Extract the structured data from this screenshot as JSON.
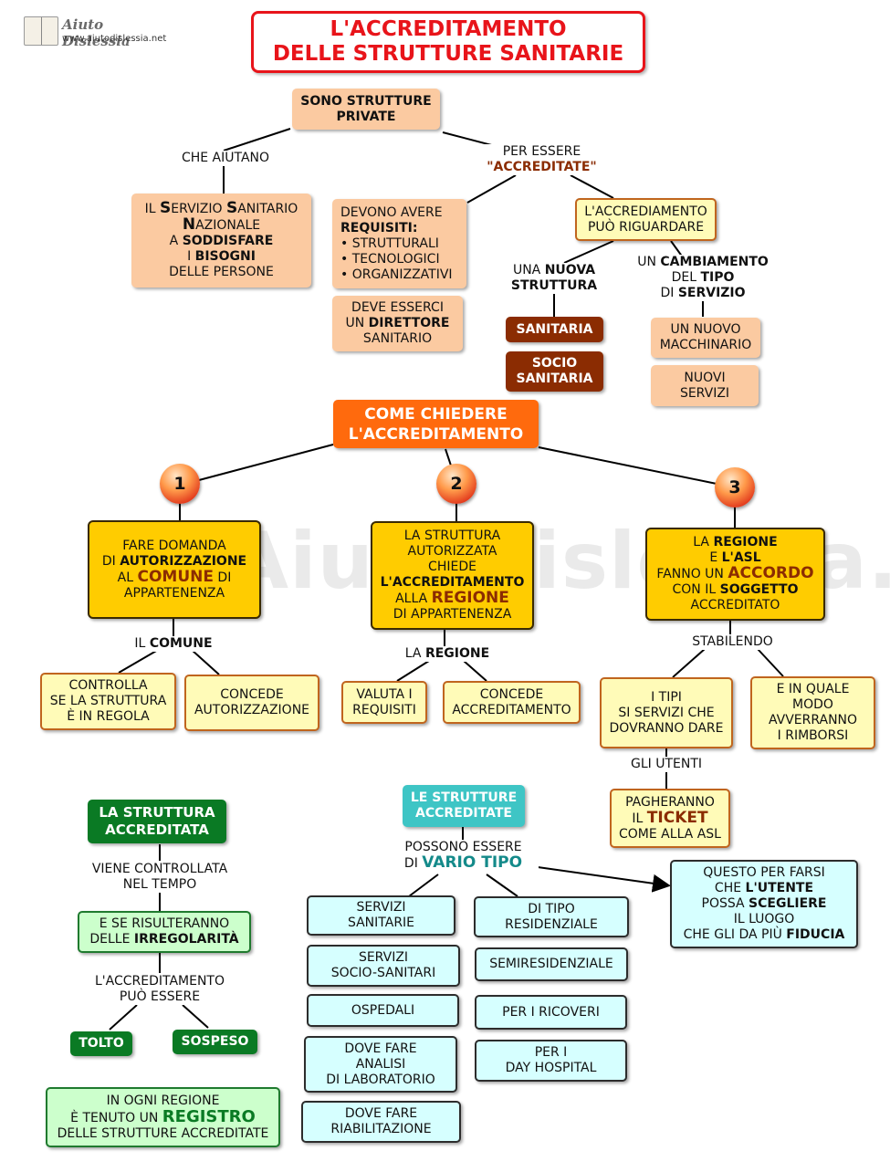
{
  "logo": {
    "name": "Aiuto Dislessia",
    "url": "www.aiutodislessia.net"
  },
  "watermark": "By AiutoDislessia.net",
  "title": {
    "line1": "L'ACCREDITAMENTO",
    "line2": "DELLE STRUTTURE SANITARIE"
  },
  "top": {
    "private": {
      "line1": "SONO STRUTTURE",
      "line2": "PRIVATE"
    },
    "che_aiutano": "CHE AIUTANO",
    "per_essere": "PER ESSERE",
    "accreditate": "\"ACCREDITATE\"",
    "ssn": {
      "l1a": "IL ",
      "l1b": "S",
      "l1c": "ERVIZIO ",
      "l1d": "S",
      "l1e": "ANITARIO",
      "l2a": "N",
      "l2b": "AZIONALE",
      "l3a": "A ",
      "l3b": "SODDISFARE",
      "l4a": "I ",
      "l4b": "BISOGNI",
      "l5": "DELLE PERSONE"
    },
    "requisiti": {
      "l1": "DEVONO AVERE",
      "l2": "REQUISITI:",
      "items": [
        "• STRUTTURALI",
        "• TECNOLOGICI",
        "• ORGANIZZATIVI"
      ]
    },
    "direttore": {
      "l1": "DEVE ESSERCI",
      "l2a": "UN ",
      "l2b": "DIRETTORE",
      "l3": "SANITARIO"
    },
    "riguardare": {
      "l1": "L'ACCREDIAMENTO",
      "l2": "PUÒ RIGUARDARE"
    },
    "nuova": {
      "l1a": "UNA ",
      "l1b": "NUOVA",
      "l2": "STRUTTURA"
    },
    "cambiamento": {
      "l1a": "UN ",
      "l1b": "CAMBIAMENTO",
      "l2a": "DEL ",
      "l2b": "TIPO",
      "l3a": "DI ",
      "l3b": "SERVIZIO"
    },
    "sanitaria": "SANITARIA",
    "socio": {
      "l1": "SOCIO",
      "l2": "SANITARIA"
    },
    "macchinario": {
      "l1": "UN NUOVO",
      "l2": "MACCHINARIO"
    },
    "servizi": {
      "l1": "NUOVI",
      "l2": "SERVIZI"
    }
  },
  "come": {
    "l1": "COME CHIEDERE",
    "l2": "L'ACCREDITAMENTO"
  },
  "steps": [
    "1",
    "2",
    "3"
  ],
  "step1": {
    "box": {
      "l1": "FARE DOMANDA",
      "l2a": "DI ",
      "l2b": "AUTORIZZAZIONE",
      "l3a": "AL ",
      "l3b": "COMUNE",
      "l3c": " DI",
      "l4": "APPARTENENZA"
    },
    "label": {
      "a": "IL ",
      "b": "COMUNE"
    },
    "controlla": {
      "l1": "CONTROLLA",
      "l2": "SE LA STRUTTURA",
      "l3": "È IN REGOLA"
    },
    "concede": {
      "l1": "CONCEDE",
      "l2": "AUTORIZZAZIONE"
    }
  },
  "step2": {
    "box": {
      "l1": "LA STRUTTURA",
      "l2": "AUTORIZZATA",
      "l3": "CHIEDE",
      "l4": "L'ACCREDITAMENTO",
      "l5a": "ALLA ",
      "l5b": "REGIONE",
      "l6": "DI APPARTENENZA"
    },
    "label": {
      "a": "LA ",
      "b": "REGIONE"
    },
    "valuta": {
      "l1": "VALUTA I",
      "l2": "REQUISITI"
    },
    "concede": {
      "l1": "CONCEDE",
      "l2": "ACCREDITAMENTO"
    }
  },
  "step3": {
    "box": {
      "l1a": "LA ",
      "l1b": "REGIONE",
      "l2a": "E ",
      "l2b": "L'ASL",
      "l3a": "FANNO UN ",
      "l3b": "ACCORDO",
      "l4a": "CON IL ",
      "l4b": "SOGGETTO",
      "l5": "ACCREDITATO"
    },
    "stabilendo": "STABILENDO",
    "tipi": {
      "l1": "I TIPI",
      "l2": "SI SERVIZI CHE",
      "l3": "DOVRANNO DARE"
    },
    "rimborsi": {
      "l1": "E IN QUALE",
      "l2": "MODO",
      "l3": "AVVERRANNO",
      "l4": "I RIMBORSI"
    },
    "utenti": "GLI UTENTI",
    "ticket": {
      "l1": "PAGHERANNO",
      "l2a": "IL ",
      "l2b": "TICKET",
      "l3": "COME ALLA ASL"
    }
  },
  "bottom_left": {
    "accreditata": {
      "l1": "LA STRUTTURA",
      "l2": "ACCREDITATA"
    },
    "controllata": {
      "l1": "VIENE CONTROLLATA",
      "l2": "NEL TEMPO"
    },
    "irregolarita": {
      "l1": "E SE RISULTERANNO",
      "l2a": "DELLE ",
      "l2b": "IRREGOLARITÀ"
    },
    "puo": {
      "l1": "L'ACCREDITAMENTO",
      "l2": "PUÒ ESSERE"
    },
    "tolto": "TOLTO",
    "sospeso": "SOSPESO",
    "registro": {
      "l1": "IN OGNI REGIONE",
      "l2a": "È TENUTO UN ",
      "l2b": "REGISTRO",
      "l3": "DELLE STRUTTURE ACCREDITATE"
    }
  },
  "bottom_mid": {
    "header": {
      "l1": "LE STRUTTURE",
      "l2": "ACCREDITATE"
    },
    "possono": {
      "l1": "POSSONO ESSERE",
      "l2a": "DI ",
      "l2b": "VARIO TIPO"
    },
    "left_items": [
      {
        "l1": "SERVIZI",
        "l2": "SANITARIE"
      },
      {
        "l1": "SERVIZI",
        "l2": "SOCIO-SANITARI"
      },
      {
        "l1": "OSPEDALI"
      },
      {
        "l1": "DOVE FARE",
        "l2": "ANALISI",
        "l3": "DI LABORATORIO"
      },
      {
        "l1": "DOVE FARE",
        "l2": "RIABILITAZIONE"
      }
    ],
    "right_items": [
      {
        "l1": "DI TIPO",
        "l2": "RESIDENZIALE"
      },
      {
        "l1": "SEMIRESIDENZIALE"
      },
      {
        "l1": "PER I RICOVERI"
      },
      {
        "l1": "PER I",
        "l2": "DAY HOSPITAL"
      }
    ],
    "fiducia": {
      "l1": "QUESTO PER FARSI",
      "l2a": "CHE ",
      "l2b": "L'UTENTE",
      "l3a": "POSSA ",
      "l3b": "SCEGLIERE",
      "l4": "IL LUOGO",
      "l5a": "CHE GLI DA PIÙ ",
      "l5b": "FIDUCIA"
    }
  },
  "colors": {
    "title_red": "#e8141a",
    "peach": "#fbcaa1",
    "brown": "#8b2c02",
    "orange": "#ff6a0d",
    "gold": "#ffcc00",
    "light_yellow": "#fffbb8",
    "dark_green": "#0a7a24",
    "light_green": "#ccffcc",
    "teal": "#3ec5c5",
    "light_cyan": "#d6ffff"
  }
}
